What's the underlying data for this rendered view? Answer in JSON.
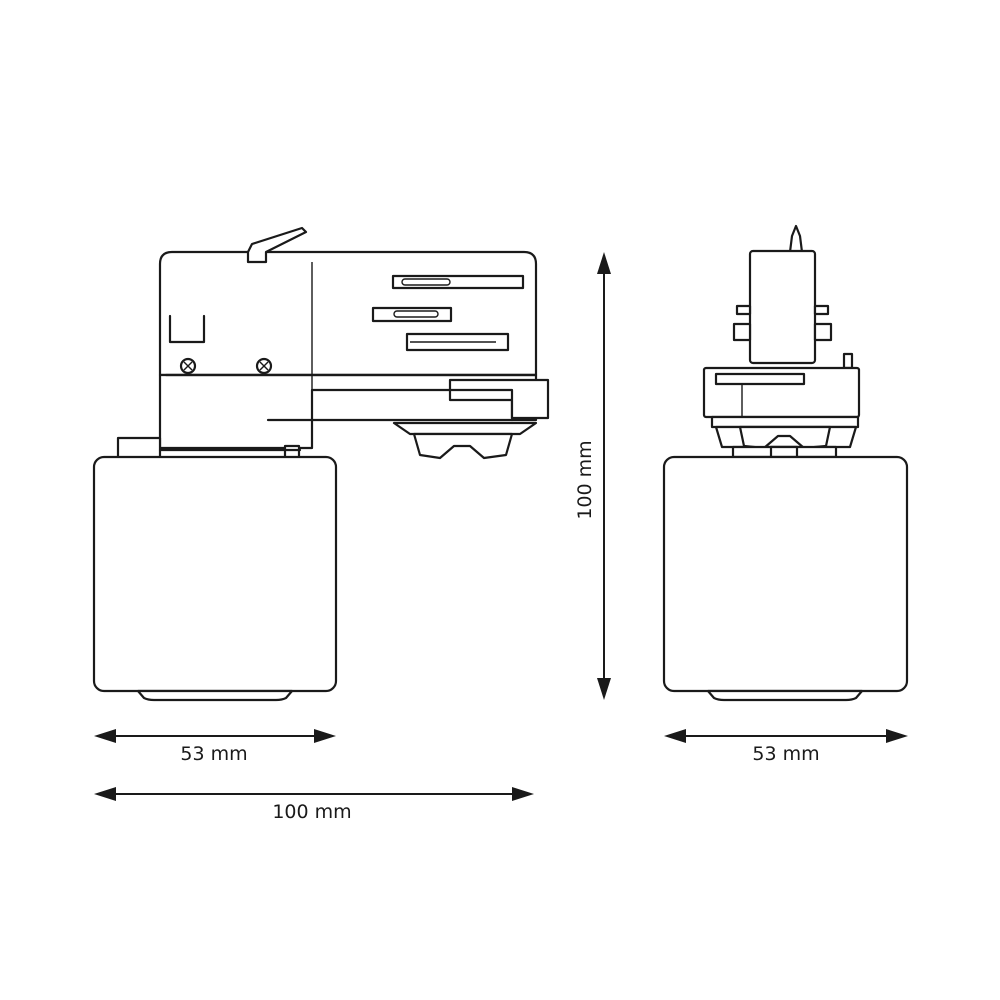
{
  "dimensions": {
    "side_width_label": "53 mm",
    "total_length_label": "100 mm",
    "height_label": "100 mm",
    "front_width_label": "53 mm"
  }
}
